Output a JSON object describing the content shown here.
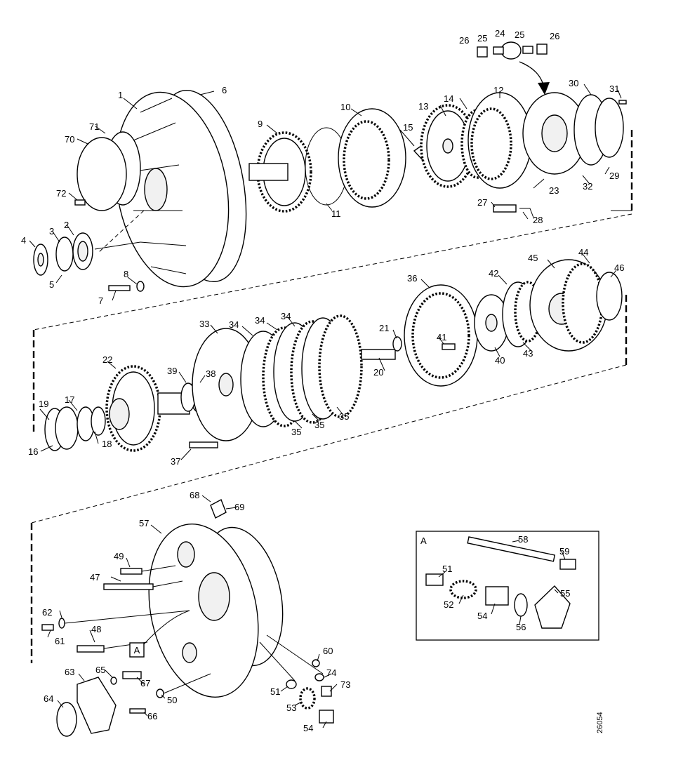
{
  "drawing_id": "26054",
  "inset_label": "A",
  "detail_marker_label": "A",
  "callouts": [
    "1",
    "2",
    "3",
    "4",
    "5",
    "6",
    "7",
    "8",
    "9",
    "10",
    "11",
    "12",
    "13",
    "14",
    "15",
    "16",
    "17",
    "18",
    "19",
    "20",
    "21",
    "22",
    "23",
    "24",
    "25",
    "25",
    "26",
    "26",
    "27",
    "28",
    "29",
    "30",
    "31",
    "32",
    "33",
    "34",
    "34",
    "34",
    "35",
    "35",
    "35",
    "36",
    "37",
    "38",
    "39",
    "40",
    "41",
    "42",
    "43",
    "44",
    "45",
    "46",
    "47",
    "48",
    "49",
    "50",
    "51",
    "51",
    "52",
    "53",
    "54",
    "54",
    "55",
    "56",
    "57",
    "58",
    "59",
    "60",
    "61",
    "62",
    "63",
    "64",
    "65",
    "66",
    "67",
    "68",
    "69",
    "70",
    "71",
    "72",
    "73",
    "74"
  ]
}
